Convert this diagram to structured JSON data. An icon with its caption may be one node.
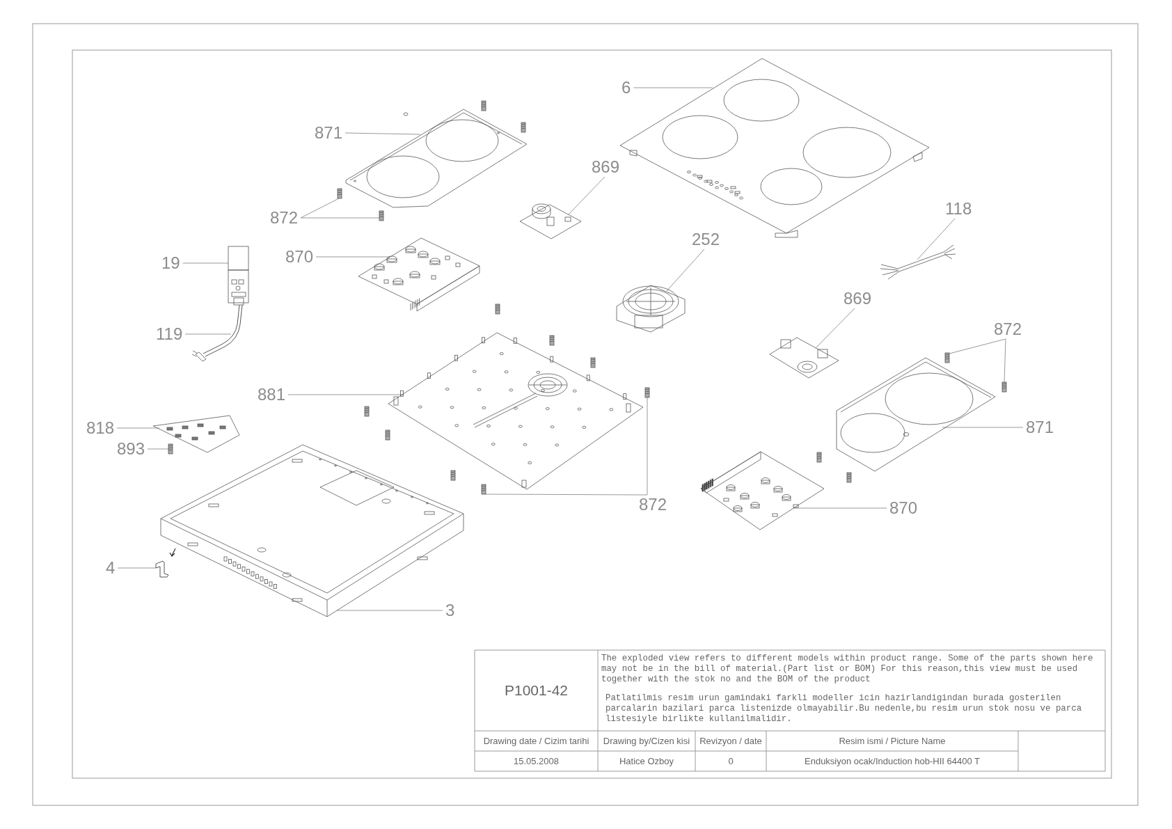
{
  "diagram": {
    "nodes": [
      {
        "text": [
          "6"
        ]
      },
      {
        "text": [],
        "shape": "picture"
      },
      {
        "text": [
          "871"
        ]
      },
      {
        "text": [],
        "shape": "picture"
      },
      {
        "text": [
          "872"
        ]
      },
      {
        "text": [],
        "shape": "picture"
      },
      {
        "text": [],
        "shape": "picture"
      },
      {
        "text": [
          "869"
        ]
      },
      {
        "text": [],
        "shape": "picture"
      },
      {
        "text": [
          "19"
        ]
      },
      {
        "text": [],
        "shape": "picture"
      },
      {
        "text": [
          "870"
        ]
      },
      {
        "text": [],
        "shape": "picture"
      },
      {
        "text": [
          "252"
        ]
      },
      {
        "text": [],
        "shape": "picture"
      },
      {
        "text": [
          "118"
        ]
      },
      {
        "text": [],
        "shape": "picture"
      },
      {
        "text": [
          "119"
        ]
      },
      {
        "text": [],
        "shape": "picture"
      },
      {
        "text": [
          "869"
        ]
      },
      {
        "text": [],
        "shape": "picture"
      },
      {
        "text": [
          "872"
        ]
      },
      {
        "text": [],
        "shape": "picture"
      },
      {
        "text": [],
        "shape": "picture"
      },
      {
        "text": [
          "881"
        ]
      },
      {
        "text": [],
        "shape": "picture"
      },
      {
        "text": [
          "818"
        ]
      },
      {
        "text": [],
        "shape": "picture"
      },
      {
        "text": [
          "871"
        ]
      },
      {
        "text": [],
        "shape": "picture"
      },
      {
        "text": [
          "893"
        ]
      },
      {
        "text": [],
        "shape": "picture"
      },
      {
        "text": [
          "872"
        ]
      },
      {
        "text": [],
        "shape": "picture"
      },
      {
        "text": [],
        "shape": "picture"
      },
      {
        "text": [
          "870"
        ]
      },
      {
        "text": [],
        "shape": "picture"
      },
      {
        "text": [
          "4"
        ]
      },
      {
        "text": [],
        "shape": "picture"
      },
      {
        "text": [
          "3"
        ]
      },
      {
        "text": [],
        "shape": "picture"
      }
    ],
    "edges": [
      {
        "from": 0,
        "to": 1,
        "arrow": "none"
      },
      {
        "from": 2,
        "to": 3,
        "arrow": "none"
      },
      {
        "from": 4,
        "to": 5,
        "arrow": "none"
      },
      {
        "from": 4,
        "to": 6,
        "arrow": "none"
      },
      {
        "from": 7,
        "to": 8,
        "arrow": "none"
      },
      {
        "from": 9,
        "to": 10,
        "arrow": "none"
      },
      {
        "from": 11,
        "to": 12,
        "arrow": "none"
      },
      {
        "from": 13,
        "to": 14,
        "arrow": "none"
      },
      {
        "from": 15,
        "to": 16,
        "arrow": "none"
      },
      {
        "from": 17,
        "to": 18,
        "arrow": "none"
      },
      {
        "from": 19,
        "to": 20,
        "arrow": "none"
      },
      {
        "from": 21,
        "to": 22,
        "arrow": "none"
      },
      {
        "from": 21,
        "to": 23,
        "arrow": "none"
      },
      {
        "from": 24,
        "to": 25,
        "arrow": "none"
      },
      {
        "from": 26,
        "to": 27,
        "arrow": "none"
      },
      {
        "from": 28,
        "to": 29,
        "arrow": "none"
      },
      {
        "from": 30,
        "to": 31,
        "arrow": "none"
      },
      {
        "from": 32,
        "to": 33,
        "arrow": "none"
      },
      {
        "from": 32,
        "to": 34,
        "arrow": "none"
      },
      {
        "from": 35,
        "to": 36,
        "arrow": "none"
      },
      {
        "from": 37,
        "to": 38,
        "arrow": "none"
      },
      {
        "from": 39,
        "to": 40,
        "arrow": "none"
      }
    ],
    "labels": [
      "P1001-42",
      "The exploded view refers to different models within product range. Some of the parts shown here may not be in the bill of material.(Part list or BOM) For this reason,this view must be used together with the stok no and the BOM of the product",
      "Patlatilmis resim urun gamindaki farkli modeller icin hazirlandigindan burada gosterilen parcalarin bazilari parca listenizde olmayabilir.Bu nedenle,bu resim urun stok nosu ve parca listesiyle birlikte kullanilmalidir.",
      "Drawing date / Cizim tarihi",
      "Drawing by/Cizen kisi",
      "Revizyon / date",
      "Resim ismi / Picture Name",
      "15.05.2008",
      "Hatice Ozboy",
      "0",
      "Enduksiyon ocak/Induction hob-HII 64400 T"
    ]
  }
}
